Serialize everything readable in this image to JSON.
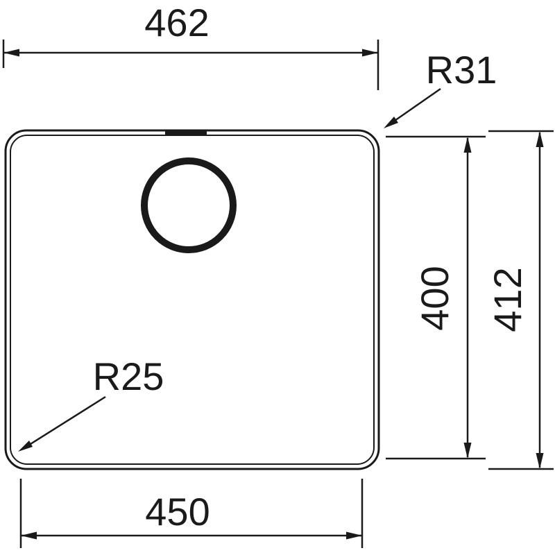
{
  "drawing": {
    "type": "technical-dimension-drawing",
    "subject": "sink-basin-top-view",
    "labels": {
      "width_top": "462",
      "radius_top_right": "R31",
      "height_inner": "400",
      "height_outer": "412",
      "radius_bottom_left": "R25",
      "width_bottom": "450"
    },
    "colors": {
      "line": "#1a1a1a",
      "background": "#ffffff"
    }
  }
}
